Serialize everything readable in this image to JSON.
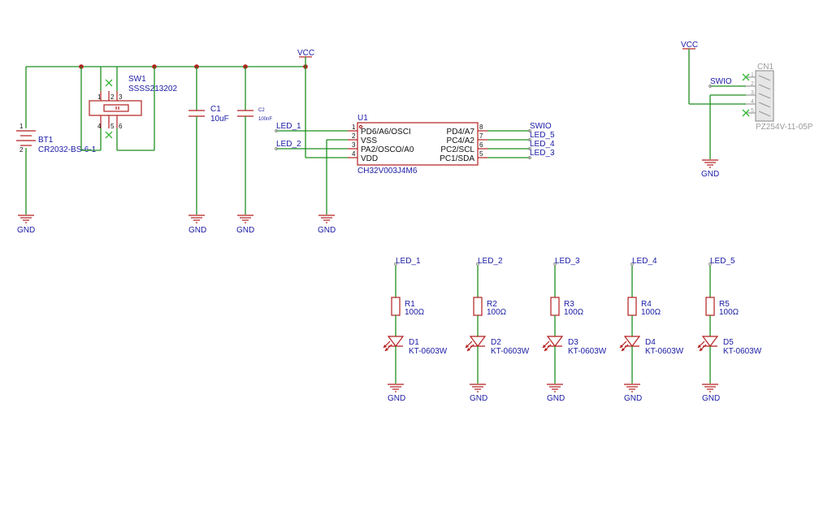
{
  "power": {
    "vcc": "VCC",
    "gnd": "GND"
  },
  "bt1": {
    "ref": "BT1",
    "value": "CR2032-BS-6-1",
    "pin1": "1",
    "pin2": "2"
  },
  "sw1": {
    "ref": "SW1",
    "value": "SSSS213202",
    "pins": [
      "1",
      "2",
      "3",
      "4",
      "5",
      "6"
    ]
  },
  "c1": {
    "ref": "C1",
    "value": "10uF"
  },
  "c2": {
    "ref": "C2",
    "value": "100nF"
  },
  "u1": {
    "ref": "U1",
    "value": "CH32V003J4M6",
    "left_pins": [
      {
        "num": "1",
        "name": "PD6/A6/OSCI"
      },
      {
        "num": "2",
        "name": "VSS"
      },
      {
        "num": "3",
        "name": "PA2/OSCO/A0"
      },
      {
        "num": "4",
        "name": "VDD"
      }
    ],
    "right_pins": [
      {
        "num": "8",
        "name": "PD4/A7"
      },
      {
        "num": "7",
        "name": "PC4/A2"
      },
      {
        "num": "6",
        "name": "PC2/SCL"
      },
      {
        "num": "5",
        "name": "PC1/SDA"
      }
    ]
  },
  "nets": {
    "led1": "LED_1",
    "led2": "LED_2",
    "led3": "LED_3",
    "led4": "LED_4",
    "led5": "LED_5",
    "swio": "SWIO"
  },
  "cn1": {
    "ref": "CN1",
    "value": "PZ254V-11-05P",
    "pins": [
      "1",
      "2",
      "3",
      "4",
      "5"
    ]
  },
  "leds": [
    {
      "net": "LED_1",
      "r_ref": "R1",
      "r_value": "100Ω",
      "d_ref": "D1",
      "d_value": "KT-0603W"
    },
    {
      "net": "LED_2",
      "r_ref": "R2",
      "r_value": "100Ω",
      "d_ref": "D2",
      "d_value": "KT-0603W"
    },
    {
      "net": "LED_3",
      "r_ref": "R3",
      "r_value": "100Ω",
      "d_ref": "D3",
      "d_value": "KT-0603W"
    },
    {
      "net": "LED_4",
      "r_ref": "R4",
      "r_value": "100Ω",
      "d_ref": "D4",
      "d_value": "KT-0603W"
    },
    {
      "net": "LED_5",
      "r_ref": "R5",
      "r_value": "100Ω",
      "d_ref": "D5",
      "d_value": "KT-0603W"
    }
  ]
}
